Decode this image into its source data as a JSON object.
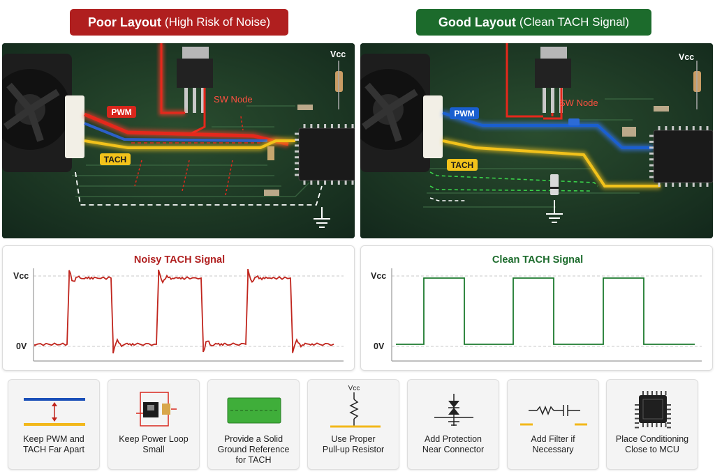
{
  "panels": {
    "poor": {
      "title": "Poor Layout",
      "title_sub": "(High Risk of Noise)",
      "labels": {
        "pwm": "PWM",
        "tach": "TACH",
        "sw_node": "SW Node",
        "vcc": "Vcc"
      },
      "scope": {
        "title": "Noisy TACH Signal",
        "y_high": "Vcc",
        "y_low": "0V"
      }
    },
    "good": {
      "title": "Good Layout",
      "title_sub": "(Clean TACH Signal)",
      "labels": {
        "pwm": "PWM",
        "tach": "TACH",
        "sw_node": "SW Node",
        "vcc": "Vcc"
      },
      "scope": {
        "title": "Clean TACH Signal",
        "y_high": "Vcc",
        "y_low": "0V"
      }
    }
  },
  "tips": [
    {
      "icon": "separated-traces-icon",
      "lines": [
        "Keep PWM and",
        "TACH Far Apart"
      ]
    },
    {
      "icon": "power-loop-icon",
      "lines": [
        "Keep Power Loop",
        "Small"
      ]
    },
    {
      "icon": "ground-plane-icon",
      "lines": [
        "Provide a Solid",
        "Ground Reference",
        "for TACH"
      ]
    },
    {
      "icon": "pullup-resistor-icon",
      "lines": [
        "Use Proper",
        "Pull-up Resistor"
      ],
      "icon_text": "Vcc"
    },
    {
      "icon": "tvs-diode-icon",
      "lines": [
        "Add Protection",
        "Near Connector"
      ]
    },
    {
      "icon": "rc-filter-icon",
      "lines": [
        "Add Filter if",
        "Necessary"
      ]
    },
    {
      "icon": "mcu-chip-icon",
      "lines": [
        "Place Conditioning",
        "Close to MCU"
      ]
    }
  ],
  "colors": {
    "poor_accent": "#b01f1f",
    "good_accent": "#1c6b2c",
    "pwm_trace": "#d8261c",
    "tach_trace": "#f2c21b",
    "pwm_trace_good": "#1a5fd0",
    "pcb": "#17311c"
  }
}
